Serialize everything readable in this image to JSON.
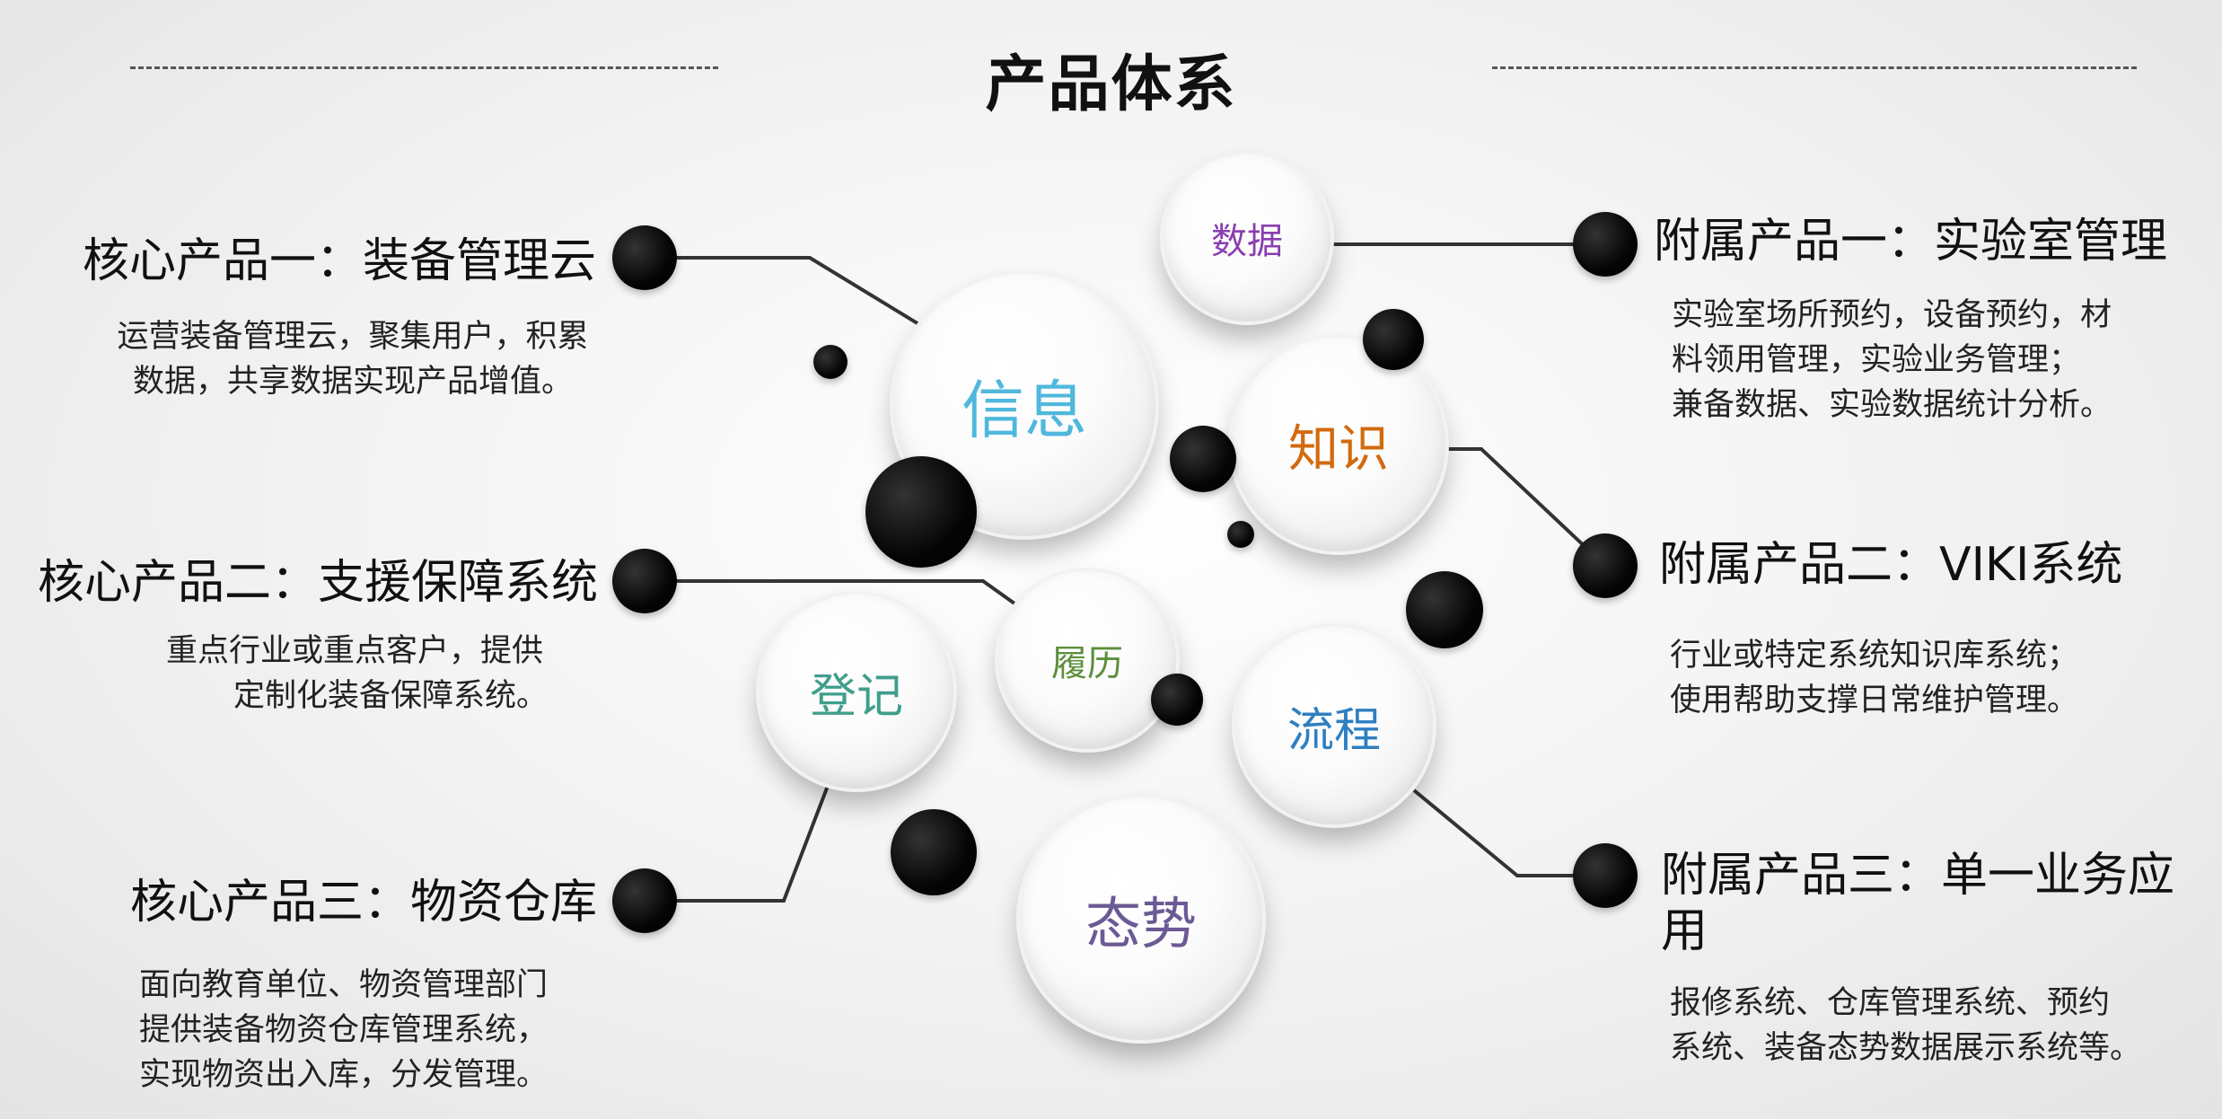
{
  "title": "产品体系",
  "bubbles": {
    "data": "数据",
    "info": "信息",
    "knowledge": "知识",
    "register": "登记",
    "resume": "履历",
    "process": "流程",
    "situation": "态势"
  },
  "bubble_colors": {
    "data": "#8a3fb0",
    "info": "#4fb8dc",
    "knowledge": "#d26a0f",
    "register": "#3f9e8c",
    "resume": "#5d8f3c",
    "process": "#2e7fc0",
    "situation": "#6b5a95"
  },
  "core": [
    {
      "title": "核心产品一：装备管理云",
      "lines": [
        "运营装备管理云，聚集用户，积累",
        "数据，共享数据实现产品增值。"
      ]
    },
    {
      "title": "核心产品二：支援保障系统",
      "lines": [
        "重点行业或重点客户，提供",
        "定制化装备保障系统。"
      ]
    },
    {
      "title": "核心产品三：物资仓库",
      "lines": [
        "面向教育单位、物资管理部门",
        "提供装备物资仓库管理系统，",
        "实现物资出入库，分发管理。"
      ]
    }
  ],
  "aux": [
    {
      "title": "附属产品一：实验室管理",
      "lines": [
        "实验室场所预约，设备预约，材",
        "料领用管理，实验业务管理；",
        "兼备数据、实验数据统计分析。"
      ]
    },
    {
      "title": "附属产品二：VIKI系统",
      "lines": [
        "行业或特定系统知识库系统；",
        "使用帮助支撑日常维护管理。"
      ]
    },
    {
      "title": "附属产品三：单一业务应",
      "title2": "用",
      "lines": [
        "报修系统、仓库管理系统、预约",
        "系统、装备态势数据展示系统等。"
      ]
    }
  ]
}
